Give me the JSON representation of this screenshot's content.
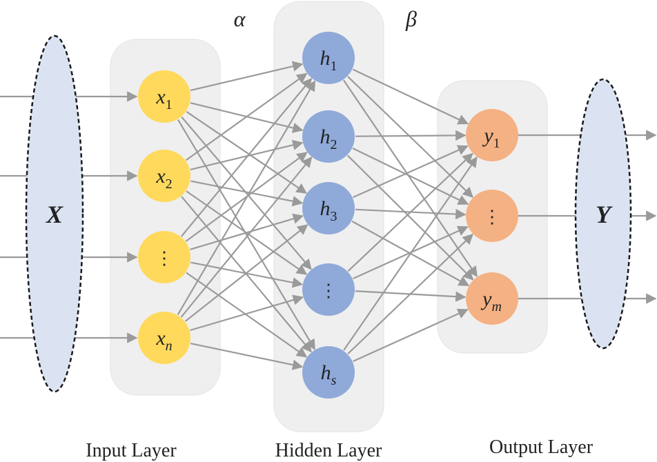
{
  "weights": {
    "alpha": "α",
    "beta": "β"
  },
  "input_var": "X",
  "output_var": "Y",
  "captions": {
    "input": "Input Layer",
    "hidden": "Hidden Layer",
    "output": "Output Layer"
  },
  "input_nodes": [
    {
      "base": "x",
      "sub": "1",
      "sub_italic": false
    },
    {
      "base": "x",
      "sub": "2",
      "sub_italic": false
    },
    {
      "base": "⋮",
      "sub": "",
      "sub_italic": false
    },
    {
      "base": "x",
      "sub": "n",
      "sub_italic": true
    }
  ],
  "hidden_nodes": [
    {
      "base": "h",
      "sub": "1",
      "sub_italic": false
    },
    {
      "base": "h",
      "sub": "2",
      "sub_italic": false
    },
    {
      "base": "h",
      "sub": "3",
      "sub_italic": false
    },
    {
      "base": "⋮",
      "sub": "",
      "sub_italic": false
    },
    {
      "base": "h",
      "sub": "s",
      "sub_italic": true
    }
  ],
  "output_nodes": [
    {
      "base": "y",
      "sub": "1",
      "sub_italic": false
    },
    {
      "base": "⋮",
      "sub": "",
      "sub_italic": false
    },
    {
      "base": "y",
      "sub": "m",
      "sub_italic": true
    }
  ],
  "colors": {
    "input_node": "#ffd95c",
    "hidden_node": "#8fa9d9",
    "output_node": "#f4b183",
    "panel": "#efefef",
    "ellipse": "#dbe3f3",
    "connection": "#9a9a9a"
  }
}
